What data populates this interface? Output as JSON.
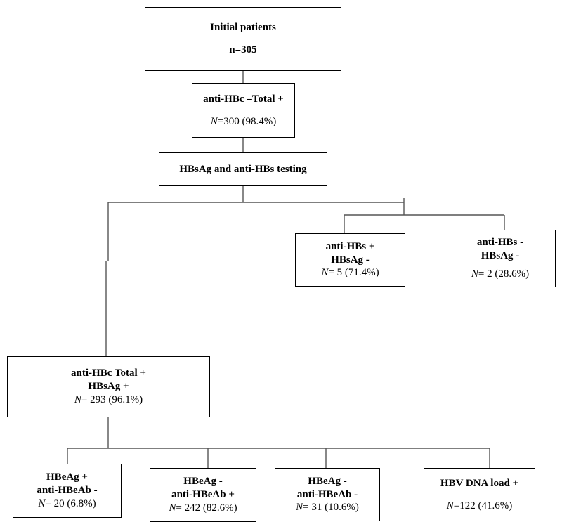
{
  "boxes": {
    "initial": {
      "title": "Initial patients",
      "count": "n=305"
    },
    "anti_hbc_total": {
      "title": "anti-HBc –Total +",
      "n_symbol": "N",
      "n_value": "=300 (98.4%)"
    },
    "testing": {
      "title": "HBsAg and anti-HBs testing"
    },
    "anti_hbs_pos": {
      "line1": "anti-HBs +",
      "line2": "HBsAg -",
      "n_symbol": "N",
      "n_value": "= 5 (71.4%)"
    },
    "anti_hbs_neg": {
      "line1": "anti-HBs -",
      "line2": "HBsAg -",
      "n_symbol": "N",
      "n_value": "= 2 (28.6%)"
    },
    "hbsag_pos": {
      "line1": "anti-HBc Total +",
      "line2": "HBsAg +",
      "n_symbol": "N",
      "n_value": "= 293 (96.1%)"
    },
    "hbeag_pos": {
      "line1": "HBeAg +",
      "line2": "anti-HBeAb -",
      "n_symbol": "N",
      "n_value": "= 20 (6.8%)"
    },
    "hbeag_neg_ab_pos": {
      "line1": "HBeAg -",
      "line2": "anti-HBeAb +",
      "n_symbol": "N",
      "n_value": "= 242 (82.6%)"
    },
    "hbeag_neg_ab_neg": {
      "line1": "HBeAg -",
      "line2": "anti-HBeAb -",
      "n_symbol": "N",
      "n_value": "= 31 (10.6%)"
    },
    "hbv_dna": {
      "line1": "HBV DNA load +",
      "n_symbol": "N",
      "n_value": "=122 (41.6%)"
    }
  }
}
